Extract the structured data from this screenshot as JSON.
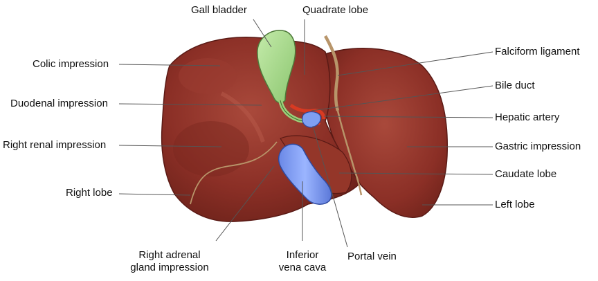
{
  "colors": {
    "liver": "#8b2f26",
    "liver_light": "#a2463a",
    "liver_dark": "#5a1a15",
    "gall_bladder": "#a8d98a",
    "vein": "#7f9ff2",
    "artery": "#d83a22",
    "bile_duct": "#9ccf7a",
    "ligament": "#b8956a",
    "leader": "#555555"
  },
  "labels": {
    "gall_bladder": "Gall bladder",
    "quadrate_lobe": "Quadrate lobe",
    "colic_impression": "Colic impression",
    "falciform_ligament": "Falciform ligament",
    "bile_duct": "Bile duct",
    "duodenal_impression": "Duodenal impression",
    "hepatic_artery": "Hepatic artery",
    "right_renal_impression": "Right renal impression",
    "gastric_impression": "Gastric impression",
    "caudate_lobe": "Caudate lobe",
    "right_lobe": "Right lobe",
    "left_lobe": "Left lobe",
    "right_adrenal_line1": "Right adrenal",
    "right_adrenal_line2": "gland impression",
    "ivc_line1": "Inferior",
    "ivc_line2": "vena cava",
    "portal_vein": "Portal vein"
  }
}
